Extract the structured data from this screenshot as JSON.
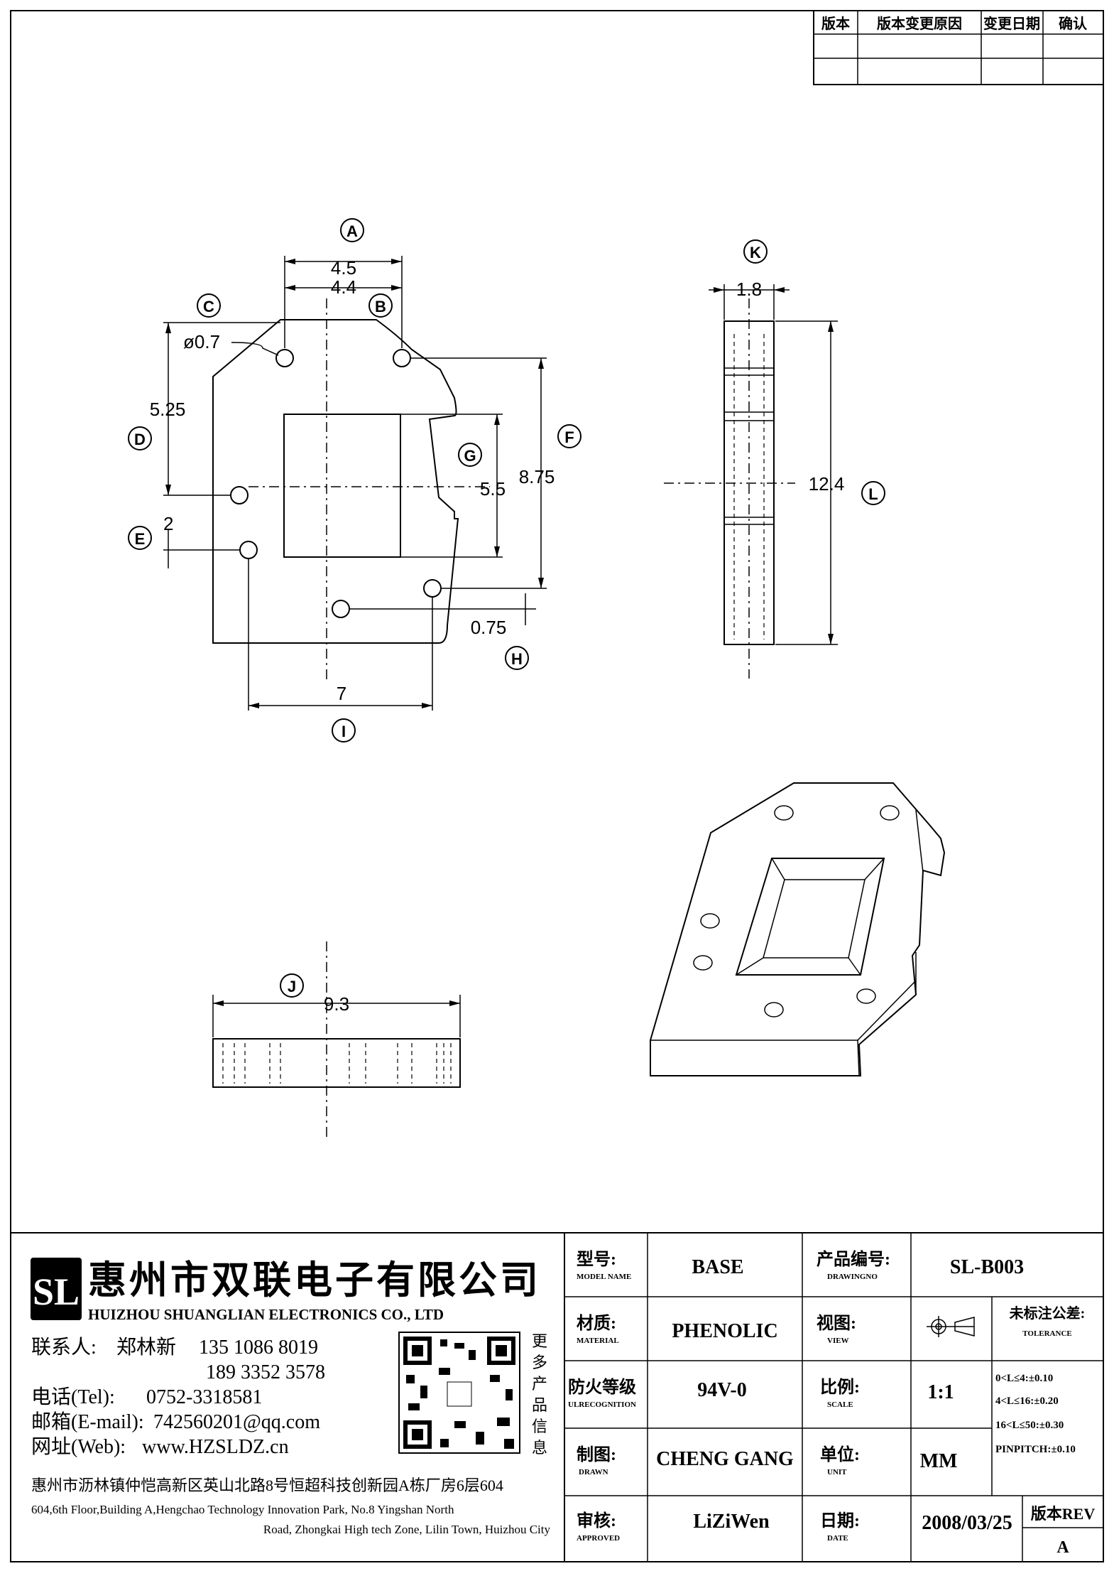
{
  "revision_table": {
    "headers": [
      "版本",
      "版本变更原因",
      "变更日期",
      "确认"
    ]
  },
  "dimensions": {
    "A": {
      "label": "A",
      "value": "4.5"
    },
    "A2": {
      "value": "4.4"
    },
    "B": {
      "label": "B"
    },
    "C": {
      "label": "C",
      "value": "ø0.7"
    },
    "D": {
      "label": "D",
      "value": "5.25"
    },
    "E": {
      "label": "E",
      "value": "2"
    },
    "F": {
      "label": "F",
      "value": "8.75"
    },
    "G": {
      "label": "G",
      "value": "5.5"
    },
    "H": {
      "label": "H",
      "value": "0.75"
    },
    "I": {
      "label": "I",
      "value": "7"
    },
    "J": {
      "label": "J",
      "value": "9.3"
    },
    "K": {
      "label": "K",
      "value": "1.8"
    },
    "L": {
      "label": "L",
      "value": "12.4"
    }
  },
  "company": {
    "logo_text": "SL",
    "name_cn": "惠州市双联电子有限公司",
    "name_en": "HUIZHOU SHUANGLIAN ELECTRONICS CO., LTD",
    "contact_label": "联系人:",
    "contact_name": "郑林新",
    "phone1": "135 1086 8019",
    "phone2": "189 3352 3578",
    "tel_label": "电话(Tel):",
    "tel": "0752-3318581",
    "email_label": "邮箱(E-mail):",
    "email": "742560201@qq.com",
    "web_label": "网址(Web):",
    "web": "www.HZSLDZ.cn",
    "qr_side_text": [
      "更",
      "多",
      "产",
      "品",
      "信",
      "息"
    ],
    "address_cn": "惠州市沥林镇仲恺高新区英山北路8号恒超科技创新园A栋厂房6层604",
    "address_en_1": "604,6th Floor,Building A,Hengchao Technology Innovation Park, No.8 Yingshan North",
    "address_en_2": "Road, Zhongkai High tech Zone, Lilin Town, Huizhou City"
  },
  "title_block": {
    "model_cn": "型号:",
    "model_en": "MODEL NAME",
    "model": "BASE",
    "drawing_cn": "产品编号:",
    "drawing_en": "DRAWINGNO",
    "drawing": "SL-B003",
    "material_cn": "材质:",
    "material_en": "MATERIAL",
    "material": "PHENOLIC",
    "view_cn": "视图:",
    "view_en": "VIEW",
    "tolerance_cn": "未标注公差:",
    "tolerance_en": "TOLERANCE",
    "tolerances": [
      "0<L≤4:±0.10",
      "4<L≤16:±0.20",
      "16<L≤50:±0.30",
      "PINPITCH:±0.10"
    ],
    "fire_cn": "防火等级",
    "fire_en": "ULRECOGNITION",
    "fire": "94V-0",
    "scale_cn": "比例:",
    "scale_en": "SCALE",
    "scale": "1:1",
    "drawn_cn": "制图:",
    "drawn_en": "DRAWN",
    "drawn": "CHENG GANG",
    "unit_cn": "单位:",
    "unit_en": "UNIT",
    "unit": "MM",
    "approved_cn": "审核:",
    "approved_en": "APPROVED",
    "approved": "LiZiWen",
    "date_cn": "日期:",
    "date_en": "DATE",
    "date": "2008/03/25",
    "rev_label": "版本REV",
    "rev": "A"
  }
}
